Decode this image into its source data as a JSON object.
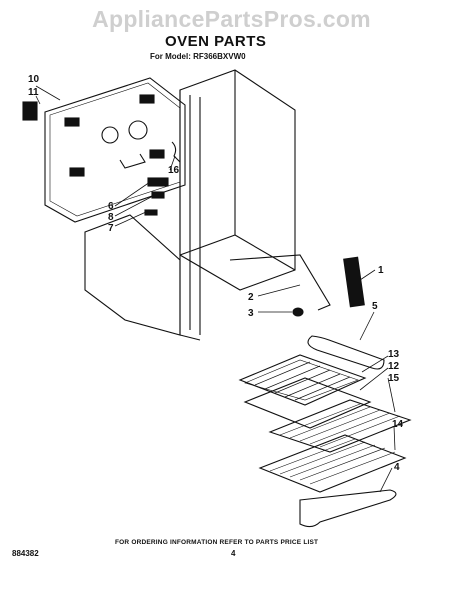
{
  "watermark": "AppliancePartsPros.com",
  "title": "OVEN PARTS",
  "subtitle": "For Model: RF366BXVW0",
  "footer_note": "FOR ORDERING INFORMATION REFER TO PARTS PRICE LIST",
  "doc_code": "884382",
  "page_number": "4",
  "callouts": {
    "c1": "1",
    "c2": "2",
    "c3": "3",
    "c4": "4",
    "c5": "5",
    "c6": "6",
    "c7": "7",
    "c8": "8",
    "c10": "10",
    "c11": "11",
    "c12": "12",
    "c13": "13",
    "c14": "14",
    "c15": "15",
    "c16": "16"
  }
}
